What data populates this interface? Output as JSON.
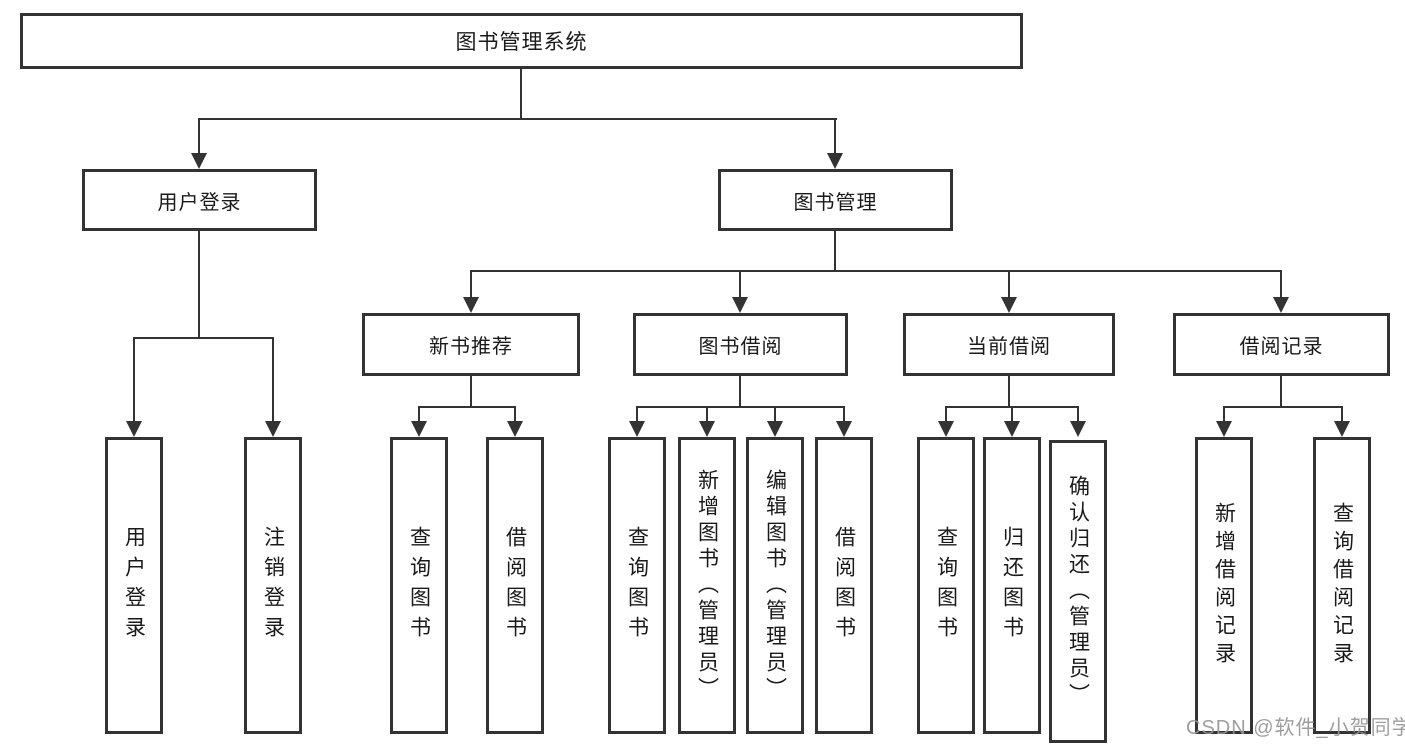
{
  "tree": {
    "label": "图书管理系统",
    "children": [
      {
        "label": "用户登录",
        "children": [
          {
            "label": "用户登录"
          },
          {
            "label": "注销登录"
          }
        ]
      },
      {
        "label": "图书管理",
        "children": [
          {
            "label": "新书推荐",
            "children": [
              {
                "label": "查询图书"
              },
              {
                "label": "借阅图书"
              }
            ]
          },
          {
            "label": "图书借阅",
            "children": [
              {
                "label": "查询图书"
              },
              {
                "label": "新增图书（管理员）"
              },
              {
                "label": "编辑图书（管理员）"
              },
              {
                "label": "借阅图书"
              }
            ]
          },
          {
            "label": "当前借阅",
            "children": [
              {
                "label": "查询图书"
              },
              {
                "label": "归还图书"
              },
              {
                "label": "确认归还（管理员）"
              }
            ]
          },
          {
            "label": "借阅记录",
            "children": [
              {
                "label": "新增借阅记录"
              },
              {
                "label": "查询借阅记录"
              }
            ]
          }
        ]
      }
    ]
  },
  "watermark": {
    "text": "CSDN @软件_小贺同学"
  },
  "colors": {
    "line": "#333333",
    "box_border": "#333333",
    "text": "#1a1a1a",
    "watermark": "#969696",
    "background": "#ffffff"
  }
}
